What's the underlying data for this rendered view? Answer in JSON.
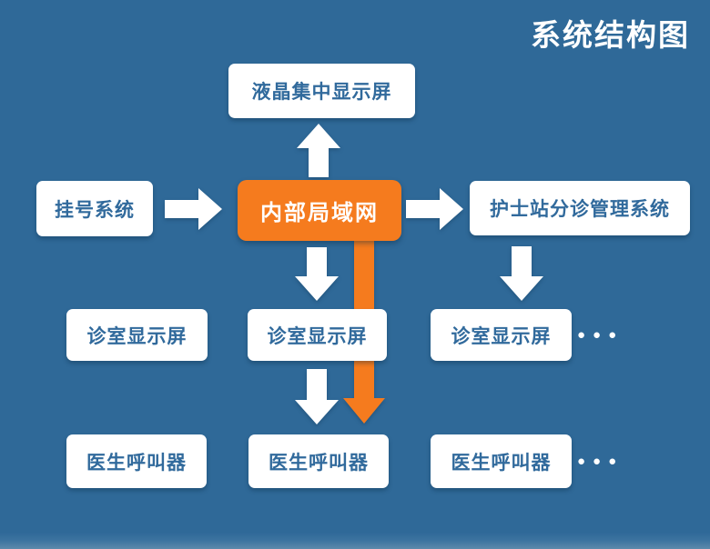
{
  "title": "系统结构图",
  "colors": {
    "background": "#2F6998",
    "box_bg": "#FFFFFF",
    "box_text": "#316A9C",
    "accent_orange": "#F57B1E",
    "arrow_white": "#FFFFFF",
    "title_text": "#FFFFFF"
  },
  "nodes": {
    "lcd_display": {
      "label": "液晶集中显示屏"
    },
    "registration": {
      "label": "挂号系统"
    },
    "lan": {
      "label": "内部局域网"
    },
    "nurse_station": {
      "label": "护士站分诊管理系统"
    },
    "room_display_left": {
      "label": "诊室显示屏"
    },
    "room_display_center": {
      "label": "诊室显示屏"
    },
    "room_display_right": {
      "label": "诊室显示屏"
    },
    "doctor_pager_left": {
      "label": "医生呼叫器"
    },
    "doctor_pager_center": {
      "label": "医生呼叫器"
    },
    "doctor_pager_right": {
      "label": "医生呼叫器"
    }
  },
  "ellipsis": {
    "room_display_row": "●●●",
    "doctor_pager_row": "●●●"
  },
  "edges": [
    {
      "from": "lan",
      "to": "lcd_display",
      "direction": "up",
      "color": "white"
    },
    {
      "from": "registration",
      "to": "lan",
      "direction": "right",
      "color": "white"
    },
    {
      "from": "lan",
      "to": "nurse_station",
      "direction": "right",
      "color": "white"
    },
    {
      "from": "lan",
      "to": "room_display_center",
      "direction": "down",
      "color": "white"
    },
    {
      "from": "nurse_station",
      "to": "room_display_right",
      "direction": "down",
      "color": "white"
    },
    {
      "from": "room_display_center",
      "to": "doctor_pager_center",
      "direction": "down",
      "color": "white"
    },
    {
      "from": "lan",
      "to": "doctor_pager_center",
      "direction": "down",
      "color": "orange",
      "note": "passes behind room_display_center"
    }
  ]
}
